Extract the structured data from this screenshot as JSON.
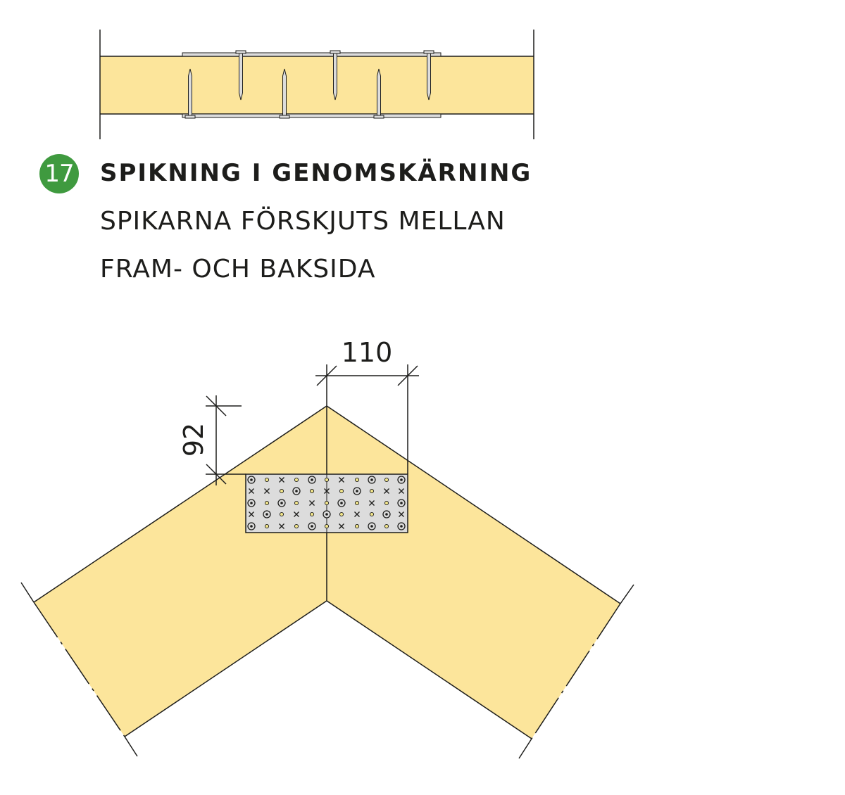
{
  "figure": {
    "number": "17",
    "title": "SPIKNING I GENOMSKÄRNING",
    "description_line1": "SPIKARNA FÖRSKJUTS MELLAN",
    "description_line2": "FRAM- OCH BAKSIDA"
  },
  "dimensions": {
    "width": "110",
    "height": "92"
  },
  "colors": {
    "wood": "#fce59b",
    "plate": "#dcdcdc",
    "line": "#1d1d1b",
    "badge": "#3f9a3f",
    "nail_hole": "#f2e58a"
  }
}
